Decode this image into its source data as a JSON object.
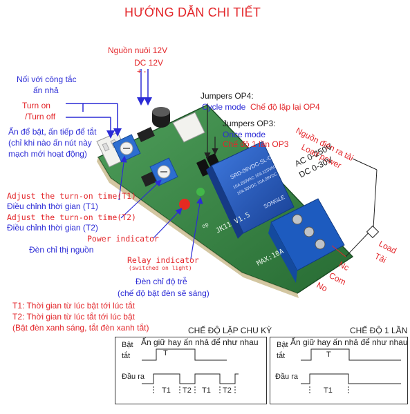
{
  "title": "HƯỚNG DẪN CHI TIẾT",
  "power": {
    "supply": "Nguồn nuôi 12V",
    "dc": "DC 12V",
    "polarity": "+ -"
  },
  "switch": {
    "connect_line1": "Nối với công tắc",
    "connect_line2": "ấn nhả",
    "turn_on": "Turn on",
    "turn_off": "/Turn off",
    "press_line1": "Ấn để bật, ấn tiếp để tắt",
    "press_line2": "(chỉ khi nào ấn nút này",
    "press_line3": "mạch mới hoạt động)"
  },
  "jumpers": {
    "op4": "Jumpers OP4:",
    "cycle_en": "Cycle mode",
    "cycle_vi": "Chế độ lặp lại OP4",
    "op3": "Jumpers OP3:",
    "once_en": "Once mode",
    "once_vi": "Chế độ 1 lần OP3"
  },
  "load": {
    "source_line1": "Nguồn điện ra tải",
    "source_line2": "Load power",
    "ac": "AC 0-250V",
    "dc": "DC 0-30V",
    "nc": "Nc",
    "com": "Com",
    "no": "No",
    "load_en": "Load",
    "load_vi": "Tải"
  },
  "adjust": {
    "t1_en": "Adjust the turn-on time(T1)",
    "t1_vi": "Điều chỉnh thời gian (T1)",
    "t2_en": "Adjust the turn-on time(T2)",
    "t2_vi": "Điều chỉnh thời gian (T2)"
  },
  "indicators": {
    "power_en": "Power indicator",
    "power_vi": "Đèn chỉ thị nguồn",
    "relay_en": "Relay indicator",
    "relay_sub": "(switched on light)",
    "relay_vi1": "Đèn chỉ độ trễ",
    "relay_vi2": "(chế độ bật đèn sẽ sáng)"
  },
  "notes": {
    "t1": "T1: Thời gian từ lúc bật tới lúc tắt",
    "t2": "T2: Thời gian từ lúc tắt tới lúc bật",
    "t3": "(Bật đèn xanh sáng, tắt đèn xanh tắt)"
  },
  "board": {
    "model": "JK11 V1.5",
    "max": "MAX:10A",
    "op": "op",
    "relay_text1": "SRD-05VDC-SL-C",
    "relay_text2": "10A 250VAC 10A 125VAC",
    "relay_text3": "10A 30VDC 10A 28VDC",
    "relay_brand": "SONGLE"
  },
  "timing": {
    "cycle_title": "CHẾ ĐỘ LẶP CHU KỲ",
    "once_title": "CHẾ ĐỘ 1 LẦN",
    "hint": "Ấn giữ hay ấn nhả để như nhau",
    "row1_line1": "Bật",
    "row1_line2": "tắt",
    "row2": "Đầu ra",
    "t": "T",
    "t1": "T1",
    "t2": "T2"
  },
  "colors": {
    "red": "#e3262a",
    "blue": "#2b2bd6",
    "pcb": "#2f7d3f",
    "relay": "#1f4fb0",
    "terminal": "#1d5bbf"
  }
}
